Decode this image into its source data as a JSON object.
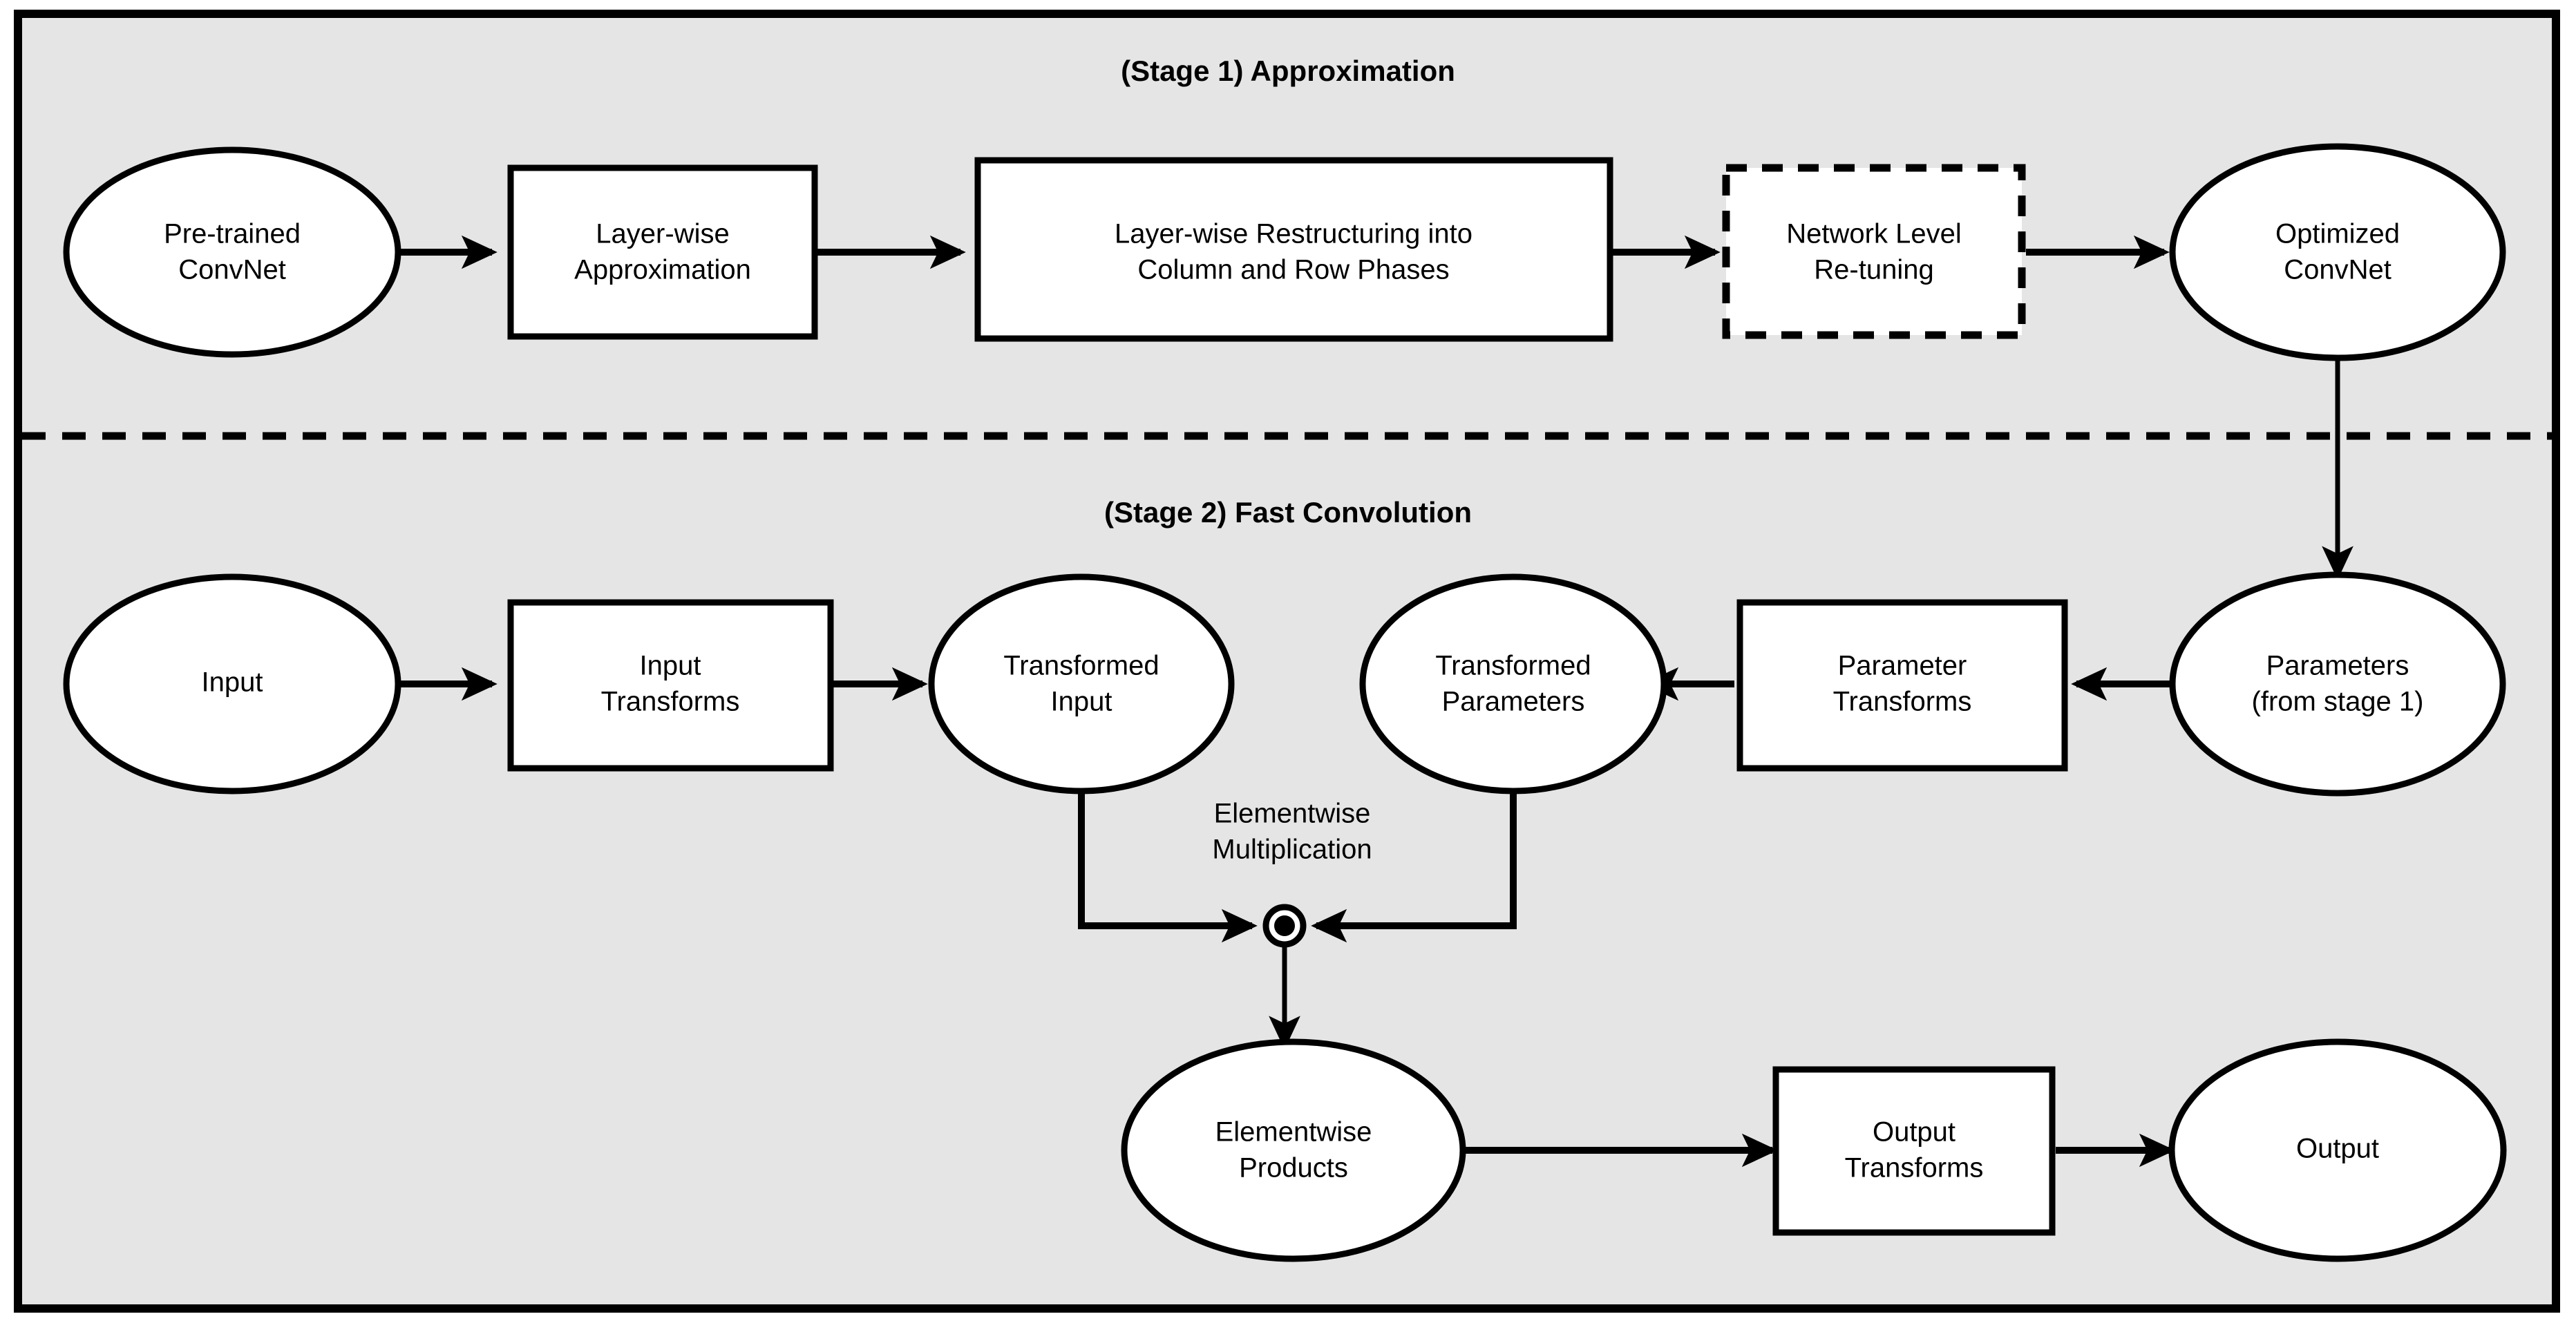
{
  "diagram": {
    "title_stage1": "(Stage 1) Approximation",
    "title_stage2": "(Stage 2) Fast Convolution",
    "background_color": "#e5e5e5",
    "border_color": "#000000",
    "node_fill": "#ffffff",
    "stage1": {
      "nodes": [
        {
          "id": "pre-trained-convnet",
          "shape": "ellipse",
          "line1": "Pre-trained",
          "line2": "ConvNet"
        },
        {
          "id": "layer-wise-approximation",
          "shape": "rect",
          "line1": "Layer-wise",
          "line2": "Approximation"
        },
        {
          "id": "layer-wise-restructuring",
          "shape": "rect",
          "line1": "Layer-wise Restructuring into",
          "line2": "Column and Row Phases"
        },
        {
          "id": "network-level-retuning",
          "shape": "rect-dashed",
          "line1": "Network Level",
          "line2": "Re-tuning"
        },
        {
          "id": "optimized-convnet",
          "shape": "ellipse",
          "line1": "Optimized",
          "line2": "ConvNet"
        }
      ]
    },
    "stage2": {
      "nodes": [
        {
          "id": "input",
          "shape": "ellipse",
          "line1": "Input",
          "line2": ""
        },
        {
          "id": "input-transforms",
          "shape": "rect",
          "line1": "Input",
          "line2": "Transforms"
        },
        {
          "id": "transformed-input",
          "shape": "ellipse",
          "line1": "Transformed",
          "line2": "Input"
        },
        {
          "id": "transformed-parameters",
          "shape": "ellipse",
          "line1": "Transformed",
          "line2": "Parameters"
        },
        {
          "id": "parameter-transforms",
          "shape": "rect",
          "line1": "Parameter",
          "line2": "Transforms"
        },
        {
          "id": "parameters",
          "shape": "ellipse",
          "line1": "Parameters",
          "line2": "(from stage 1)"
        },
        {
          "id": "elementwise-products",
          "shape": "ellipse",
          "line1": "Elementwise",
          "line2": "Products"
        },
        {
          "id": "output-transforms",
          "shape": "rect",
          "line1": "Output",
          "line2": "Transforms"
        },
        {
          "id": "output",
          "shape": "ellipse",
          "line1": "Output",
          "line2": ""
        }
      ],
      "operator_label": {
        "line1": "Elementwise",
        "line2": "Multiplication"
      }
    }
  }
}
